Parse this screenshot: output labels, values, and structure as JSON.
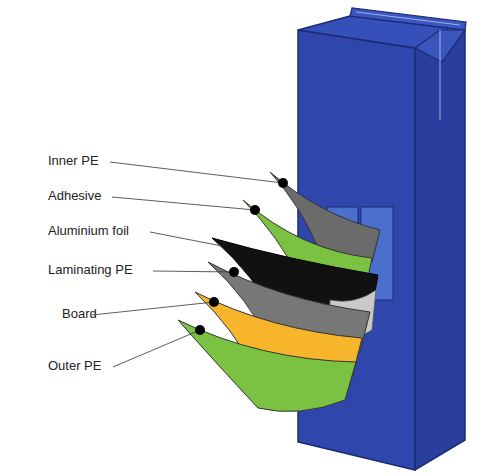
{
  "diagram": {
    "labels": [
      "Inner PE",
      "Adhesive",
      "Aluminium foil",
      "Laminating PE",
      "Board",
      "Outer PE"
    ]
  }
}
